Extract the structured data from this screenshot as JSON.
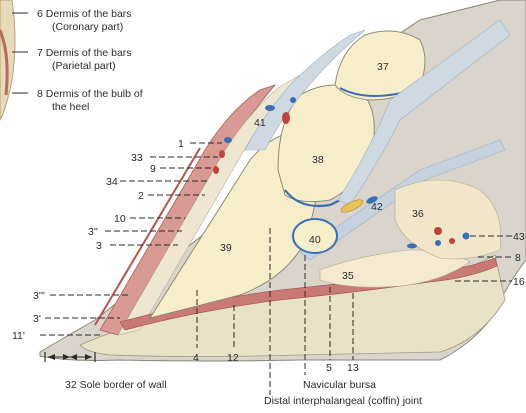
{
  "legend": [
    {
      "num": "6",
      "line1": "Dermis of the bars",
      "line2": "(Coronary part)"
    },
    {
      "num": "7",
      "line1": "Dermis of the bars",
      "line2": "(Parietal part)"
    },
    {
      "num": "8",
      "line1": "Dermis of the bulb of",
      "line2": "the heel"
    }
  ],
  "numbers": {
    "n1": "1",
    "n2": "2",
    "n3": "3",
    "n3p": "3'",
    "n3pp": "3''",
    "n3ppp": "3'''",
    "n4": "4",
    "n5": "5",
    "n8": "8",
    "n9": "9",
    "n10": "10",
    "n11p": "11'",
    "n12": "12",
    "n13": "13",
    "n16": "16",
    "n33": "33",
    "n34": "34",
    "n35": "35",
    "n36": "36",
    "n37": "37",
    "n38": "38",
    "n39": "39",
    "n40": "40",
    "n41": "41",
    "n42": "42",
    "n43": "43"
  },
  "bottom": {
    "sole": "32 Sole border of wall",
    "bursa": "Navicular bursa",
    "joint": "Distal interphalangeal (coffin) joint"
  },
  "colors": {
    "background": "#ffffff",
    "bone": "#f6eecb",
    "hoof_wall": "#d9d5cc",
    "dermis": "#c97a74",
    "cartilage_blue": "#3b6fb5",
    "text": "#2b2b2b"
  }
}
